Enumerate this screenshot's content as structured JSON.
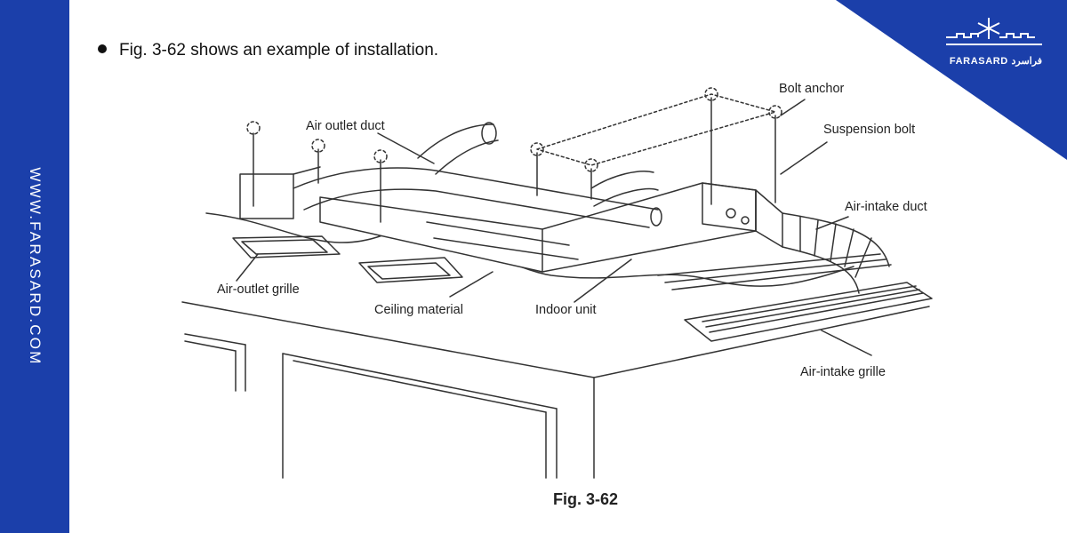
{
  "sidebar": {
    "url": "WWW.FARASARD.COM",
    "color": "#1b3faa"
  },
  "brand": {
    "name": "FARASARD",
    "persian": "فراسرد"
  },
  "header": {
    "text": "Fig. 3-62 shows an example of installation."
  },
  "labels": {
    "air_outlet_duct": "Air outlet duct",
    "bolt_anchor": "Bolt anchor",
    "suspension_bolt": "Suspension bolt",
    "air_intake_duct": "Air-intake duct",
    "air_outlet_grille": "Air-outlet grille",
    "ceiling_material": "Ceiling material",
    "indoor_unit": "Indoor unit",
    "air_intake_grille": "Air-intake grille"
  },
  "caption": "Fig. 3-62"
}
